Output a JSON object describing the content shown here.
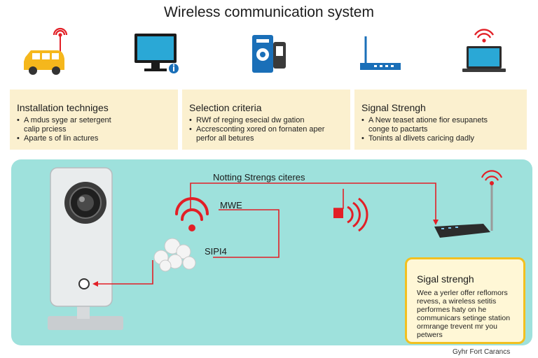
{
  "title": "Wireless communication system",
  "panels": [
    {
      "heading": "Installation techniges",
      "bullets": [
        "A mdus syge ar setergent",
        "calip prciess",
        "Aparte s of lin actures"
      ]
    },
    {
      "heading": "Selection criteria",
      "bullets": [
        "RWf of reging esecial dw gation",
        "Accresconting xored on fornaten aper",
        "perfor all betures"
      ]
    },
    {
      "heading": "Signal Strengh",
      "bullets": [
        "A New teaset atione fior esupanets",
        "conge to pactarts",
        "Tonints al dlivets caricing dadly"
      ]
    }
  ],
  "diagram": {
    "top_label": "Notting Strengs citeres",
    "label_a": "MWE",
    "label_b": "SIPI4"
  },
  "callout": {
    "heading": "Sigal strengh",
    "body": "Wee a yerler offer reflomors revess, a wireless setitis performes haty on he communicars setinge station ormrange trevent mr you petwers"
  },
  "credit": "Gyhr Fort Carancs",
  "colors": {
    "panel_bg": "#fbf0cf",
    "diagram_bg": "#9ee1dc",
    "callout_border": "#f2c020",
    "signal_red": "#e21f26",
    "device_blue": "#1a6fb8"
  }
}
